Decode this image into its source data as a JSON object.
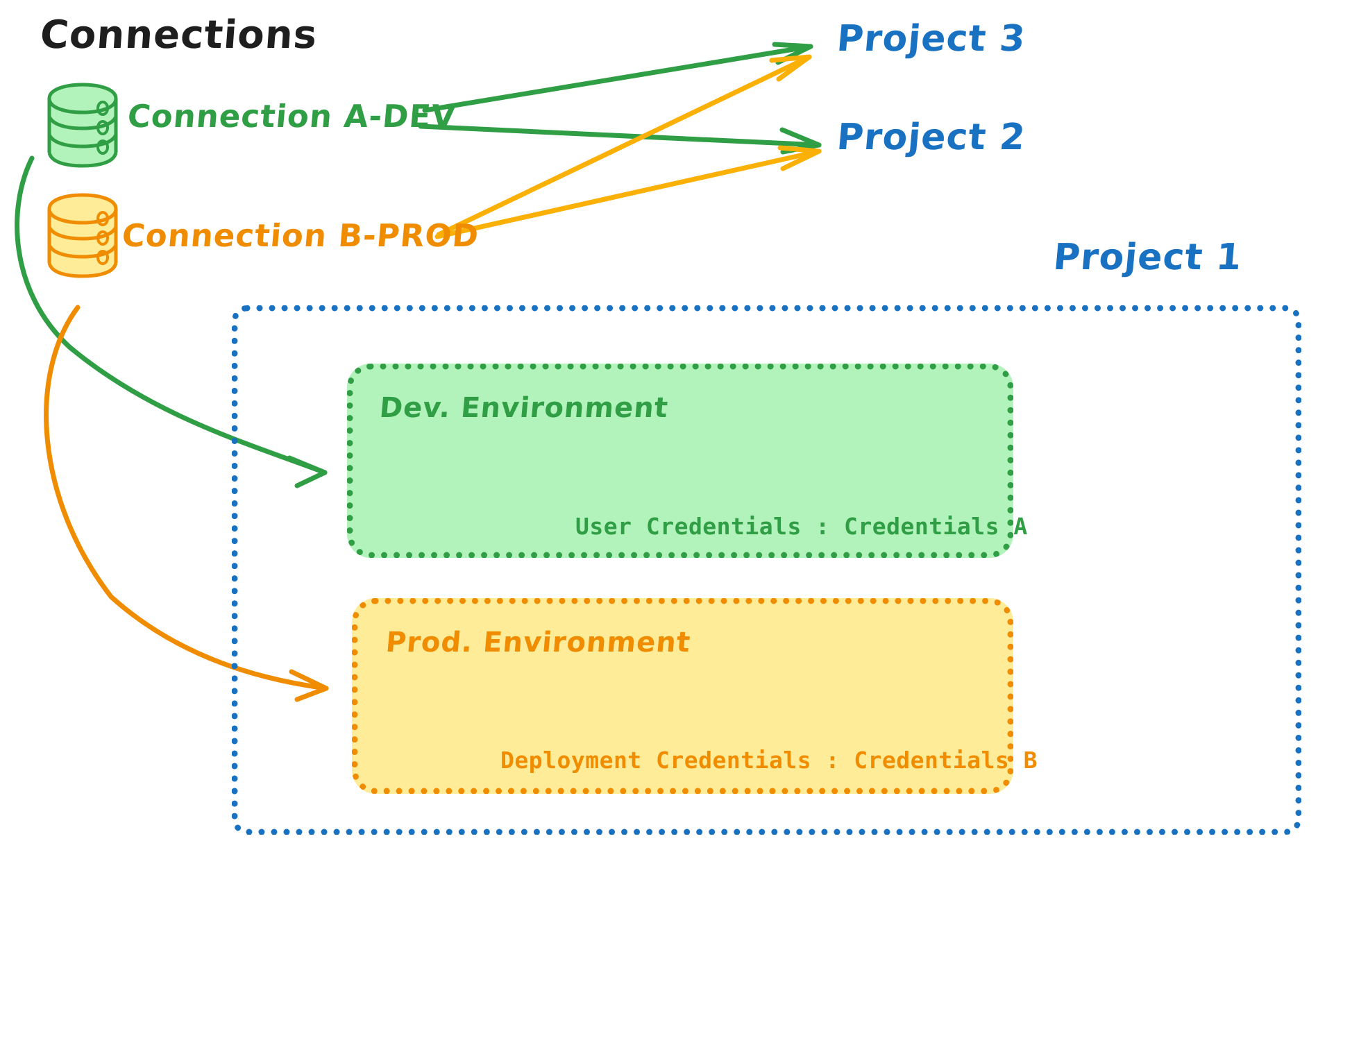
{
  "diagram": {
    "title": "Connections",
    "connections": [
      {
        "name": "Connection A-DEV",
        "color": "#2f9e44",
        "icon": "database-cylinder-icon"
      },
      {
        "name": "Connection B-PROD",
        "color": "#f08c00",
        "icon": "database-cylinder-icon"
      }
    ],
    "projects": [
      {
        "label": "Project 3",
        "color": "#1971c2"
      },
      {
        "label": "Project 2",
        "color": "#1971c2"
      },
      {
        "label": "Project 1",
        "color": "#1971c2"
      }
    ],
    "environments": [
      {
        "title": "Dev. Environment",
        "credentials_label": "User Credentials : Credentials A",
        "border_color": "#2f9e44",
        "fill_color": "#b2f2bb"
      },
      {
        "title": "Prod. Environment",
        "credentials_label": "Deployment Credentials : Credentials B",
        "border_color": "#f08c00",
        "fill_color": "#ffec99"
      }
    ],
    "container": {
      "name": "Project 1 boundary",
      "border_color": "#1971c2"
    },
    "colors": {
      "green": "#2f9e44",
      "green_fill": "#b2f2bb",
      "orange": "#f08c00",
      "orange_accent": "#fab005",
      "orange_fill": "#ffec99",
      "blue": "#1971c2",
      "ink": "#1e1e1e"
    }
  }
}
